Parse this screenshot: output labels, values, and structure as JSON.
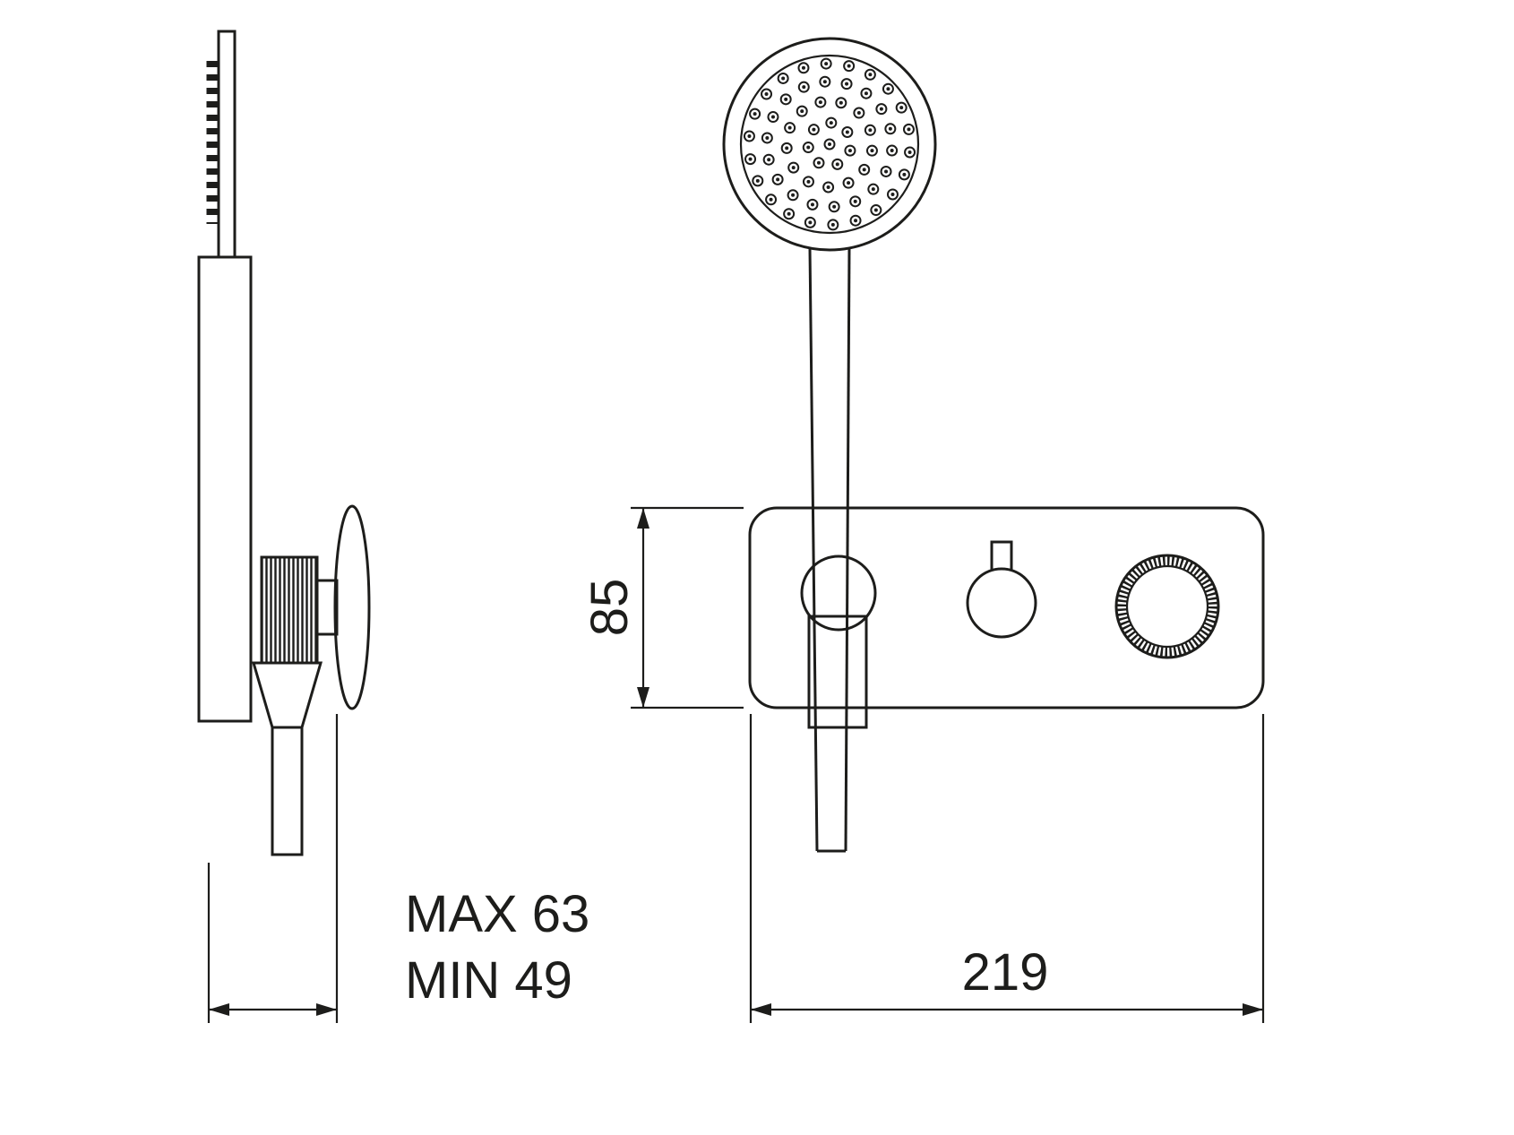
{
  "drawing": {
    "type": "technical-diagram",
    "subject": "wall-mounted hand shower mixer with plate - side and front elevations",
    "line_color": "#1d1d1b",
    "background_color": "#ffffff",
    "labels": {
      "max_depth": "MAX 63",
      "min_depth": "MIN 49",
      "plate_height": "85",
      "plate_width": "219"
    }
  }
}
